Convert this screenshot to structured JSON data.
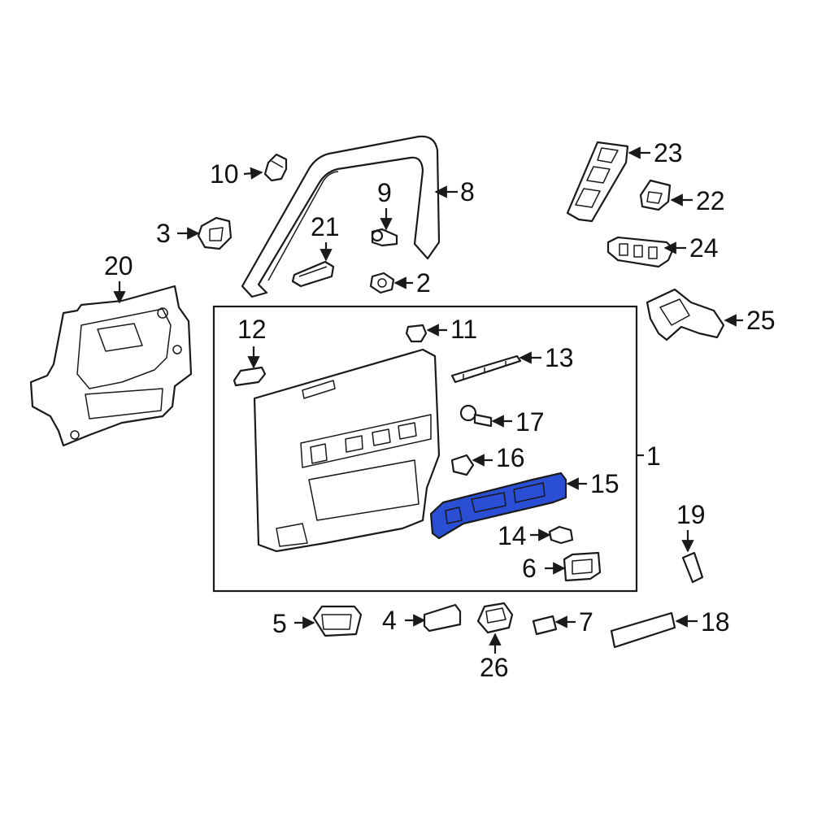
{
  "highlight_color": "#2a4fd4",
  "callouts": [
    {
      "id": "c1",
      "label": "1"
    },
    {
      "id": "c2",
      "label": "2"
    },
    {
      "id": "c3",
      "label": "3"
    },
    {
      "id": "c4",
      "label": "4"
    },
    {
      "id": "c5",
      "label": "5"
    },
    {
      "id": "c6",
      "label": "6"
    },
    {
      "id": "c7",
      "label": "7"
    },
    {
      "id": "c8",
      "label": "8"
    },
    {
      "id": "c9",
      "label": "9"
    },
    {
      "id": "c10",
      "label": "10"
    },
    {
      "id": "c11",
      "label": "11"
    },
    {
      "id": "c12",
      "label": "12"
    },
    {
      "id": "c13",
      "label": "13"
    },
    {
      "id": "c14",
      "label": "14"
    },
    {
      "id": "c15",
      "label": "15"
    },
    {
      "id": "c16",
      "label": "16"
    },
    {
      "id": "c17",
      "label": "17"
    },
    {
      "id": "c18",
      "label": "18"
    },
    {
      "id": "c19",
      "label": "19"
    },
    {
      "id": "c20",
      "label": "20"
    },
    {
      "id": "c21",
      "label": "21"
    },
    {
      "id": "c22",
      "label": "22"
    },
    {
      "id": "c23",
      "label": "23"
    },
    {
      "id": "c24",
      "label": "24"
    },
    {
      "id": "c25",
      "label": "25"
    },
    {
      "id": "c26",
      "label": "26"
    }
  ],
  "highlighted_part": "15"
}
